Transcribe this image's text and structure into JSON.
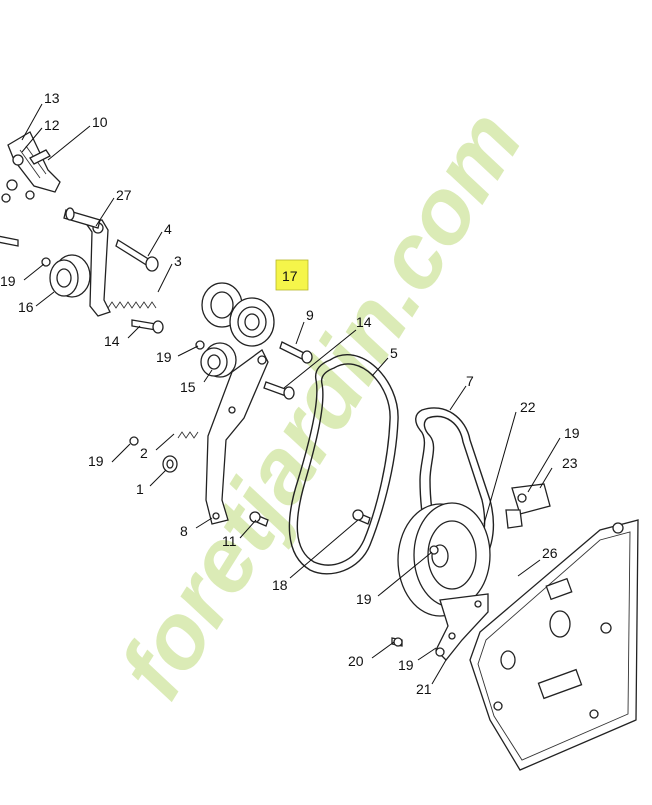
{
  "highlight": {
    "label": "17",
    "color": "#f5f54a"
  },
  "callouts": [
    "13",
    "12",
    "10",
    "27",
    "4",
    "3",
    "19",
    "16",
    "14",
    "9",
    "14",
    "5",
    "19",
    "15",
    "7",
    "22",
    "2",
    "19",
    "19",
    "23",
    "1",
    "8",
    "11",
    "18",
    "19",
    "26",
    "20",
    "19",
    "21"
  ],
  "watermark": {
    "text": "foretjardin.com",
    "color_green": "#cde29a",
    "color_orange": "#f3c79a",
    "color_gray": "#cfc9bd"
  }
}
